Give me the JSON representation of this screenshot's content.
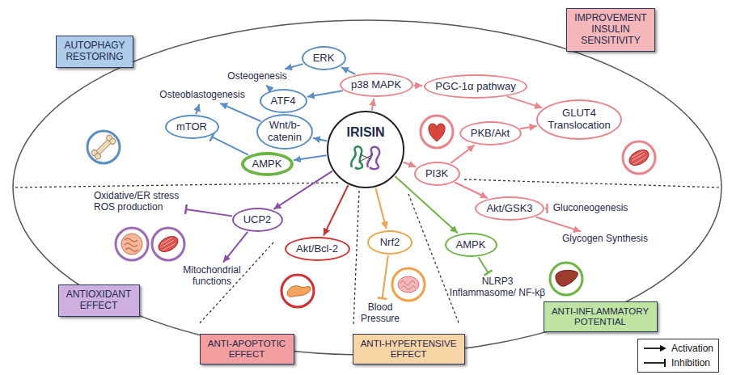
{
  "diagram": {
    "nodes": [
      {
        "text": [
          "AUTOPHAGY RESTORING"
        ]
      },
      {
        "text": [
          "IMPROVEMENT INSULIN SENSITIVITY"
        ]
      },
      {
        "text": [
          "ERK"
        ]
      },
      {
        "text": [
          "Osteogenesis"
        ]
      },
      {
        "text": [
          "p38 MAPK"
        ]
      },
      {
        "text": [
          "PGC-1α pathway"
        ]
      },
      {
        "text": [
          "ATF4"
        ]
      },
      {
        "text": [
          "Osteoblastogenesis"
        ]
      },
      {
        "text": [
          "Wnt/b-catenin"
        ]
      },
      {
        "text": [
          "GLUT4 Translocation"
        ]
      },
      {
        "text": [
          "mTOR"
        ]
      },
      {
        "text": [
          "IRISIN"
        ]
      },
      {
        "text": [
          "PKB/Akt"
        ]
      },
      {
        "text": [
          "AMPK"
        ]
      },
      {
        "text": [
          "PI3K"
        ]
      },
      {
        "text": [
          "Oxidative/ER stress ROS production"
        ]
      },
      {
        "text": [
          "UCP2"
        ]
      },
      {
        "text": [
          "Akt/GSK3"
        ]
      },
      {
        "text": [
          "Gluconeogenesis"
        ]
      },
      {
        "text": [
          "Glycogen Synthesis"
        ]
      },
      {
        "text": [
          "Akt/Bcl-2"
        ]
      },
      {
        "text": [
          "Nrf2"
        ]
      },
      {
        "text": [
          "AMPK"
        ]
      },
      {
        "text": [
          "Mitochondrial functions"
        ]
      },
      {
        "text": [
          "Blood Pressure"
        ]
      },
      {
        "text": [
          "NLRP3 Inflammasome/ NF-kβ"
        ]
      },
      {
        "text": [
          "ANTIOXIDANT EFFECT"
        ]
      },
      {
        "text": [
          "ANTI-INFLAMMATORY POTENTIAL"
        ]
      },
      {
        "text": [
          "ANTI-APOPTOTIC EFFECT"
        ]
      },
      {
        "text": [
          "ANTI-HYPERTENSIVE EFFECT"
        ]
      }
    ],
    "edges": [
      {
        "from": 11,
        "to": 4,
        "arrow": "to"
      },
      {
        "from": 4,
        "to": 2,
        "arrow": "to"
      },
      {
        "from": 4,
        "to": 6,
        "arrow": "to"
      },
      {
        "from": 4,
        "to": 5,
        "arrow": "to"
      },
      {
        "from": 2,
        "to": 3,
        "arrow": "to"
      },
      {
        "from": 6,
        "to": 3,
        "arrow": "to"
      },
      {
        "from": 11,
        "to": 8,
        "arrow": "to"
      },
      {
        "from": 8,
        "to": 7,
        "arrow": "to"
      },
      {
        "from": 11,
        "to": 13,
        "arrow": "to"
      },
      {
        "from": 13,
        "to": 10,
        "arrow": "to"
      },
      {
        "from": 10,
        "to": 7,
        "arrow": "to"
      },
      {
        "from": 5,
        "to": 9,
        "arrow": "to"
      },
      {
        "from": 11,
        "to": 14,
        "arrow": "to"
      },
      {
        "from": 14,
        "to": 12,
        "arrow": "to"
      },
      {
        "from": 12,
        "to": 9,
        "arrow": "to"
      },
      {
        "from": 14,
        "to": 17,
        "arrow": "to"
      },
      {
        "from": 17,
        "to": 18,
        "arrow": "to"
      },
      {
        "from": 17,
        "to": 19,
        "arrow": "to"
      },
      {
        "from": 11,
        "to": 16,
        "arrow": "to"
      },
      {
        "from": 16,
        "to": 15,
        "arrow": "to"
      },
      {
        "from": 16,
        "to": 23,
        "arrow": "to"
      },
      {
        "from": 11,
        "to": 20,
        "arrow": "to"
      },
      {
        "from": 11,
        "to": 21,
        "arrow": "to"
      },
      {
        "from": 21,
        "to": 24,
        "arrow": "to"
      },
      {
        "from": 11,
        "to": 22,
        "arrow": "to"
      },
      {
        "from": 22,
        "to": 25,
        "arrow": "to"
      }
    ],
    "legend": [
      {
        "text": "Activation"
      },
      {
        "text": "Inhibition"
      }
    ]
  }
}
